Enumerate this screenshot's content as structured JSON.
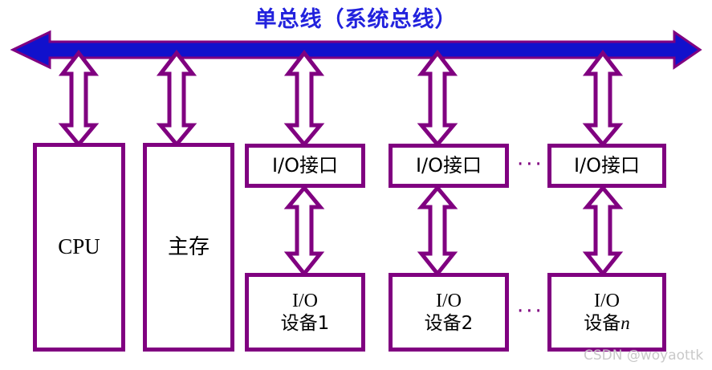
{
  "title": "单总线（系统总线）",
  "colors": {
    "title_text": "#2222dd",
    "bus_fill": "#1111cc",
    "outline": "#800080",
    "box_fill": "#ffffff",
    "watermark": "#c9c9c9",
    "background": "#ffffff"
  },
  "bus": {
    "name": "系统总线",
    "arrow_style": "double-headed",
    "fill": "#1111cc",
    "stroke": "#800080"
  },
  "nodes": {
    "cpu": {
      "label": "CPU"
    },
    "memory": {
      "label": "主存"
    },
    "interfaces": [
      {
        "label": "I/O接口"
      },
      {
        "label": "I/O接口"
      },
      {
        "label": "I/O接口"
      }
    ],
    "devices": [
      {
        "line1": "I/O",
        "line2": "设备1",
        "index": "1"
      },
      {
        "line1": "I/O",
        "line2": "设备2",
        "index": "2"
      },
      {
        "line1": "I/O",
        "line2_prefix": "设备",
        "index": "n"
      }
    ]
  },
  "ellipses": {
    "interface_row": "···",
    "device_row": "···"
  },
  "watermark": "CSDN @woyaottk"
}
